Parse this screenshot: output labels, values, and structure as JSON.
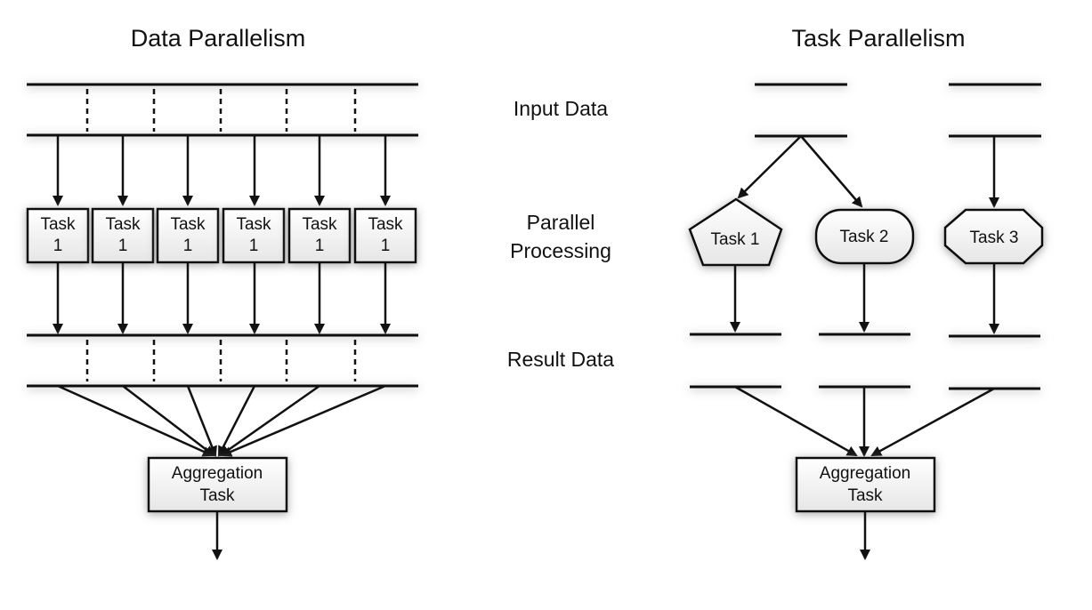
{
  "data_parallelism": {
    "title": "Data Parallelism",
    "tasks": [
      {
        "line1": "Task",
        "line2": "1"
      },
      {
        "line1": "Task",
        "line2": "1"
      },
      {
        "line1": "Task",
        "line2": "1"
      },
      {
        "line1": "Task",
        "line2": "1"
      },
      {
        "line1": "Task",
        "line2": "1"
      },
      {
        "line1": "Task",
        "line2": "1"
      }
    ],
    "aggregation": {
      "line1": "Aggregation",
      "line2": "Task"
    }
  },
  "task_parallelism": {
    "title": "Task Parallelism",
    "tasks": [
      {
        "label": "Task 1",
        "shape": "pentagon"
      },
      {
        "label": "Task 2",
        "shape": "rounded-rectangle"
      },
      {
        "label": "Task 3",
        "shape": "octagon"
      }
    ],
    "aggregation": {
      "line1": "Aggregation",
      "line2": "Task"
    }
  },
  "stage_labels": {
    "input": "Input Data",
    "processing_line1": "Parallel",
    "processing_line2": "Processing",
    "result": "Result Data"
  },
  "colors": {
    "stroke": "#111111",
    "box_fill": "#f4f4f4",
    "shadow": "#888888"
  }
}
